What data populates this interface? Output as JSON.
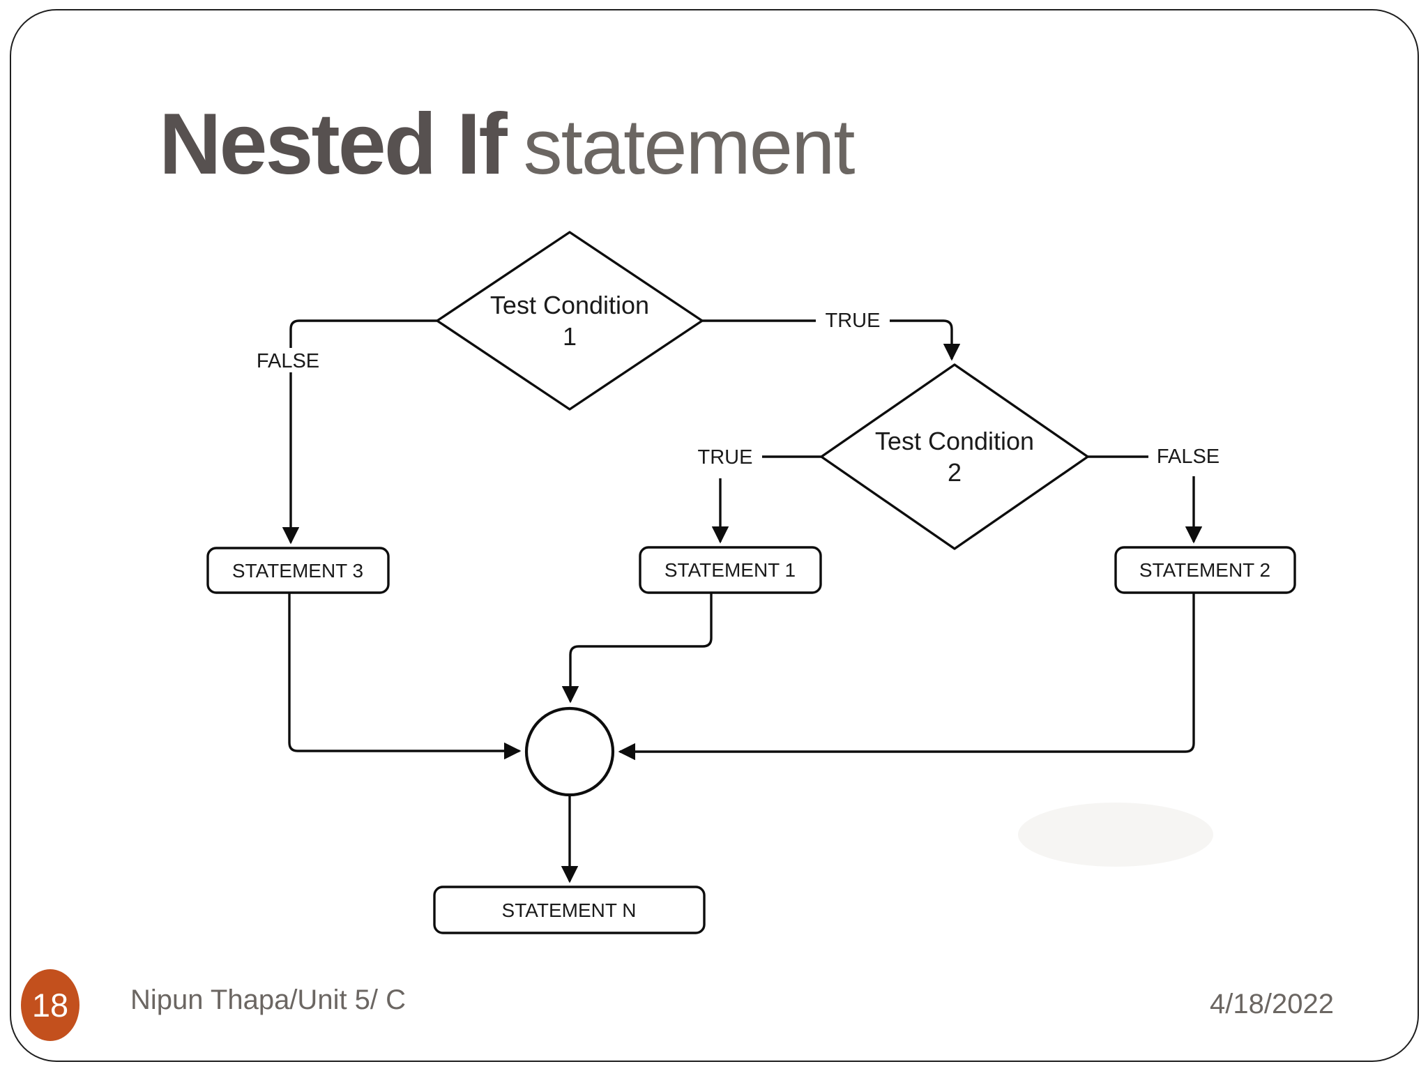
{
  "slide": {
    "title": {
      "bold": "Nested If",
      "regular": "statement"
    },
    "footer": {
      "page_number": "18",
      "left_text": "Nipun Thapa/Unit 5/ C",
      "date": "4/18/2022"
    },
    "colors": {
      "badge": "#c3501d",
      "title_bold": "#575150",
      "title_regular": "#6b6662",
      "footer_text": "#6b6662",
      "diagram_line": "#0d0d0d"
    }
  },
  "flowchart": {
    "condition1": {
      "line1": "Test Condition",
      "line2": "1"
    },
    "condition2": {
      "line1": "Test Condition",
      "line2": "2"
    },
    "branch_labels": {
      "condition1_true": "TRUE",
      "condition1_false": "FALSE",
      "condition2_true": "TRUE",
      "condition2_false": "FALSE"
    },
    "statements": {
      "s1": "STATEMENT 1",
      "s2": "STATEMENT 2",
      "s3": "STATEMENT 3",
      "sn": "STATEMENT N"
    }
  }
}
